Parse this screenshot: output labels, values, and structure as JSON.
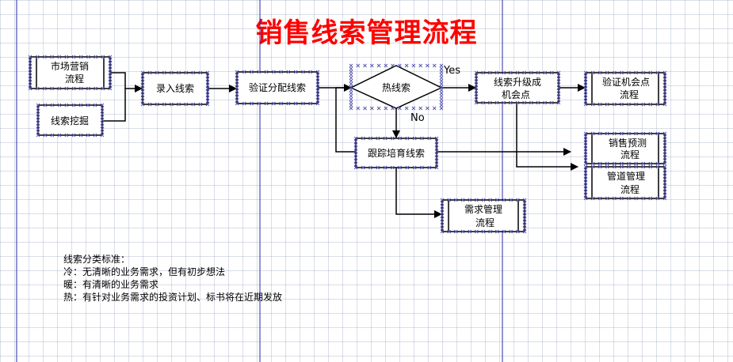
{
  "title": "销售线索管理流程",
  "colors": {
    "title": "#ff0000",
    "page_border": "#2a2aa8",
    "stroke": "#000000",
    "handle": "#5a5ab4"
  },
  "nodes": {
    "market": {
      "lines": [
        "市场营销",
        "流程"
      ],
      "type": "subprocess"
    },
    "mining": {
      "lines": [
        "线索挖掘"
      ],
      "type": "process"
    },
    "entry": {
      "lines": [
        "录入线索"
      ],
      "type": "process"
    },
    "verify": {
      "lines": [
        "验证分配线索"
      ],
      "type": "process"
    },
    "hot": {
      "lines": [
        "热线索"
      ],
      "type": "decision"
    },
    "upgrade": {
      "lines": [
        "线索升级成",
        "机会点"
      ],
      "type": "process"
    },
    "verify_opp": {
      "lines": [
        "验证机会点",
        "流程"
      ],
      "type": "subprocess"
    },
    "track": {
      "lines": [
        "跟踪培育线索"
      ],
      "type": "process"
    },
    "forecast": {
      "lines": [
        "销售预测",
        "流程"
      ],
      "type": "subprocess"
    },
    "pipeline": {
      "lines": [
        "管道管理",
        "流程"
      ],
      "type": "subprocess"
    },
    "demand": {
      "lines": [
        "需求管理",
        "流程"
      ],
      "type": "subprocess"
    }
  },
  "edges": {
    "yes": "Yes",
    "no": "No"
  },
  "notes": {
    "heading": "线索分类标准：",
    "cold": "冷：无清晰的业务需求，但有初步想法",
    "warm": "暖：有清晰的业务需求",
    "hot": "热：有针对业务需求的投资计划、标书将在近期发放"
  }
}
